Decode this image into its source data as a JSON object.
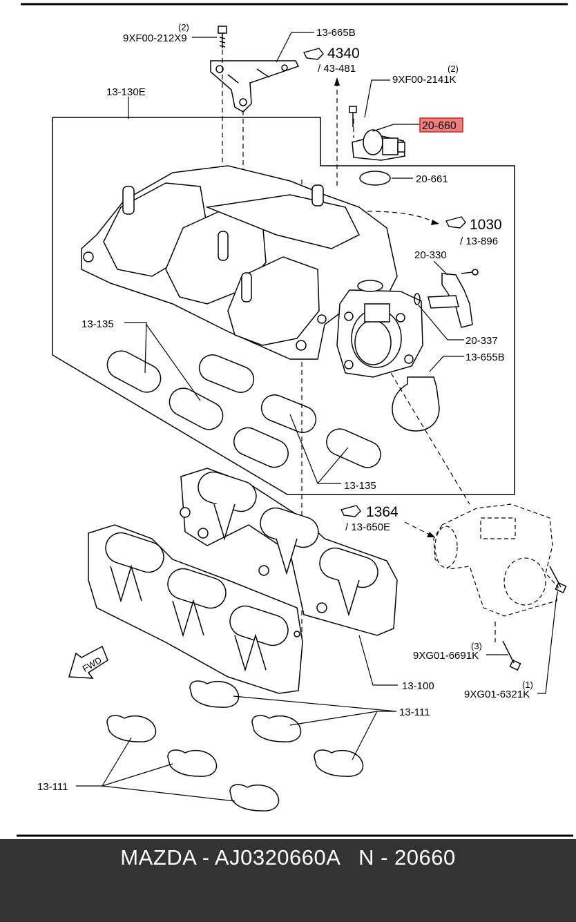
{
  "callouts": {
    "p13_665B": "13-665B",
    "p13_130E": "13-130E",
    "p20_660": "20-660",
    "p20_661": "20-661",
    "p20_330": "20-330",
    "p20_337": "20-337",
    "p13_655B": "13-655B",
    "p13_135_a": "13-135",
    "p13_135_b": "13-135",
    "p13_100": "13-100",
    "p13_111_a": "13-111",
    "p13_111_b": "13-111",
    "bolt_212X9": "9XF00-212X9",
    "bolt_212X9_qty": "(2)",
    "bolt_2141K": "9XF00-2141K",
    "bolt_2141K_qty": "(2)",
    "bolt_6691K": "9XG01-6691K",
    "bolt_6691K_qty": "(3)",
    "bolt_6321K": "9XG01-6321K",
    "bolt_6321K_qty": "(1)",
    "fwd": "FWD"
  },
  "references": {
    "r4340": {
      "main": "4340",
      "sub": "/ 43-481"
    },
    "r1030": {
      "main": "1030",
      "sub": "/ 13-896"
    },
    "r1364": {
      "main": "1364",
      "sub": "/ 13-650E"
    }
  },
  "highlight": {
    "part": "20-660",
    "fill": "#f08080",
    "stroke": "#d62020"
  },
  "footer": {
    "text": "MAZDA - AJ0320660A   N - 20660",
    "background": "#333333",
    "color": "#ffffff"
  }
}
